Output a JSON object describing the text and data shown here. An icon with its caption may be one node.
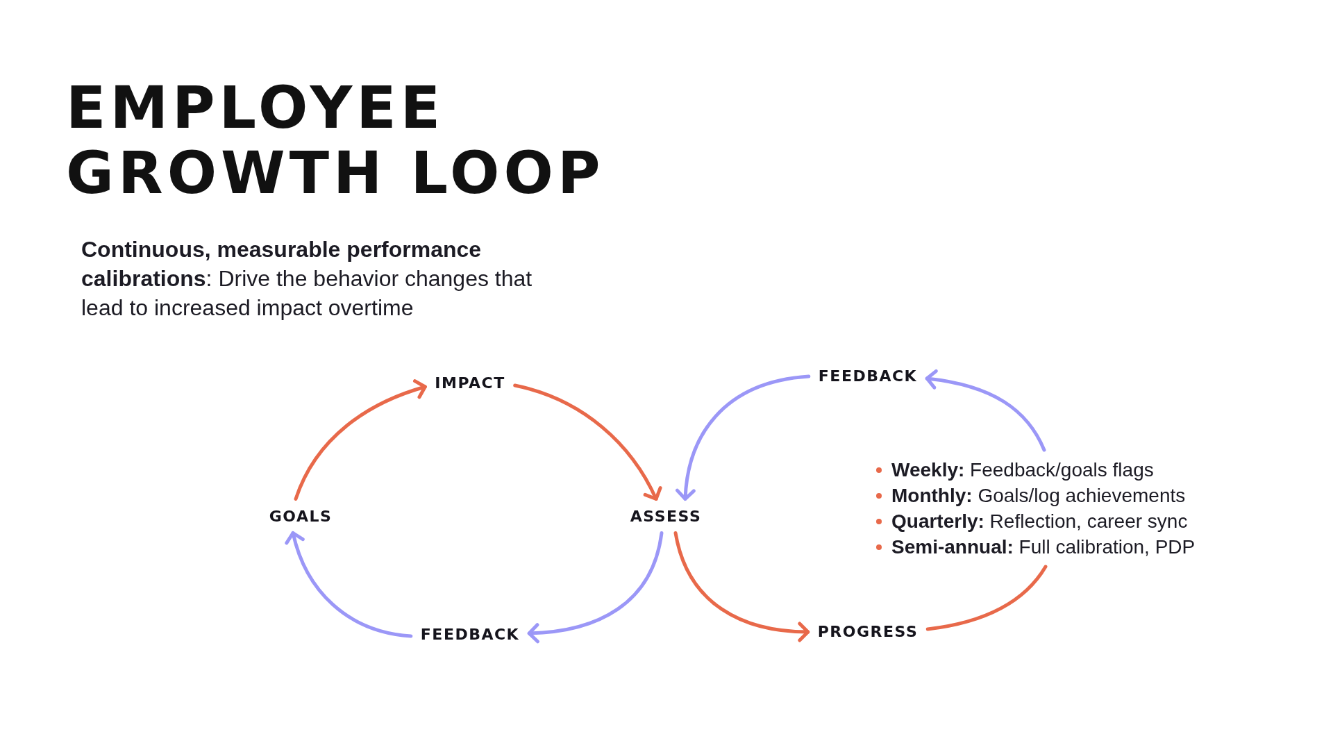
{
  "diagram": {
    "title": "EMPLOYEE GROWTH LOOP",
    "nodes": [
      {
        "text": [
          "GOALS"
        ]
      },
      {
        "text": [
          "IMPACT"
        ]
      },
      {
        "text": [
          "ASSESS"
        ]
      },
      {
        "text": [
          "FEEDBACK"
        ]
      },
      {
        "text": [
          "FEEDBACK"
        ]
      },
      {
        "text": [
          "PROGRESS"
        ]
      },
      {
        "text": [
          "**Weekly:** Feedback/goals flags",
          "**Monthly:** Goals/log achievements",
          "**Quarterly:** Reflection, career sync",
          "**Semi-annual:** Full calibration, PDP"
        ]
      }
    ],
    "edges": [
      {
        "from": 0,
        "to": 1,
        "arrow": "to"
      },
      {
        "from": 1,
        "to": 2,
        "arrow": "to"
      },
      {
        "from": 3,
        "to": 2,
        "arrow": "to",
        "color": "#9b97f7"
      },
      {
        "from": 2,
        "to": 4,
        "arrow": "to",
        "color": "#9b97f7"
      },
      {
        "from": 4,
        "to": 0,
        "arrow": "to",
        "color": "#9b97f7"
      },
      {
        "from": 2,
        "to": 5,
        "arrow": "to"
      },
      {
        "from": 5,
        "to": 6,
        "arrow": "none"
      },
      {
        "from": 6,
        "to": 3,
        "arrow": "to",
        "color": "#9b97f7"
      }
    ],
    "labels": [
      "**Continuous, measurable performance calibrations**: Drive the behavior changes that lead to increased impact overtime"
    ]
  }
}
